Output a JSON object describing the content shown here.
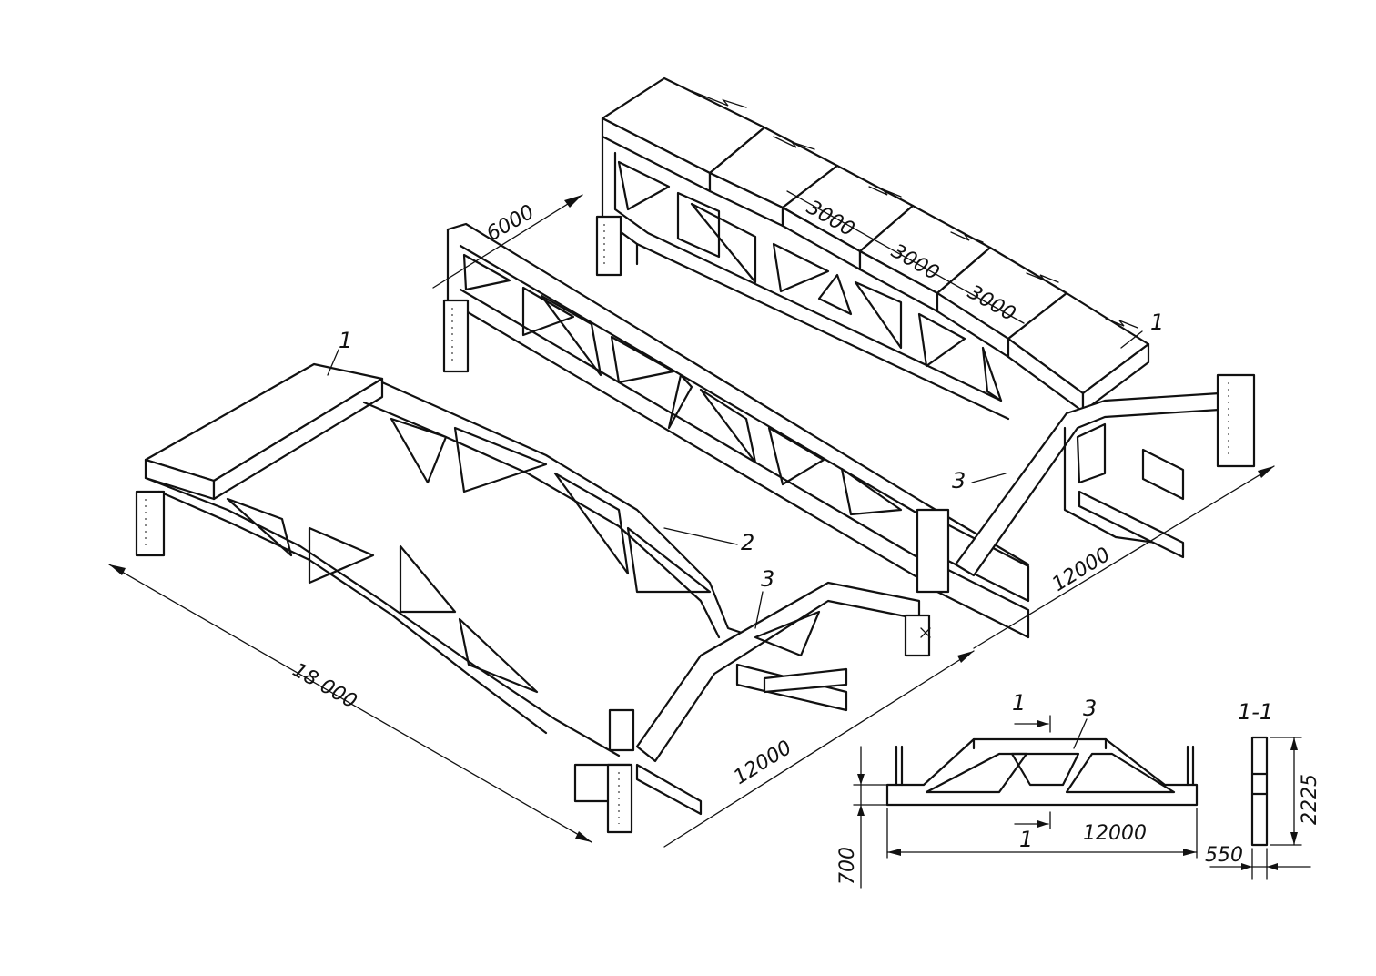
{
  "dimensions": {
    "span_18000": "18 000",
    "span_6000": "6000",
    "pitch_3000_a": "3000",
    "pitch_3000_b": "3000",
    "pitch_3000_c": "3000",
    "span_12000_front": "12000",
    "span_12000_right": "12000",
    "detail_length": "12000",
    "detail_height_700": "700",
    "detail_width_550": "550",
    "section_height_2225": "2225"
  },
  "labels": {
    "slab_left": "1",
    "slab_right": "1",
    "truss_2": "2",
    "sub_truss_front": "3",
    "sub_truss_right": "3",
    "detail_truss": "3",
    "cut_top": "1",
    "cut_bottom": "1",
    "section_title": "1-1"
  }
}
